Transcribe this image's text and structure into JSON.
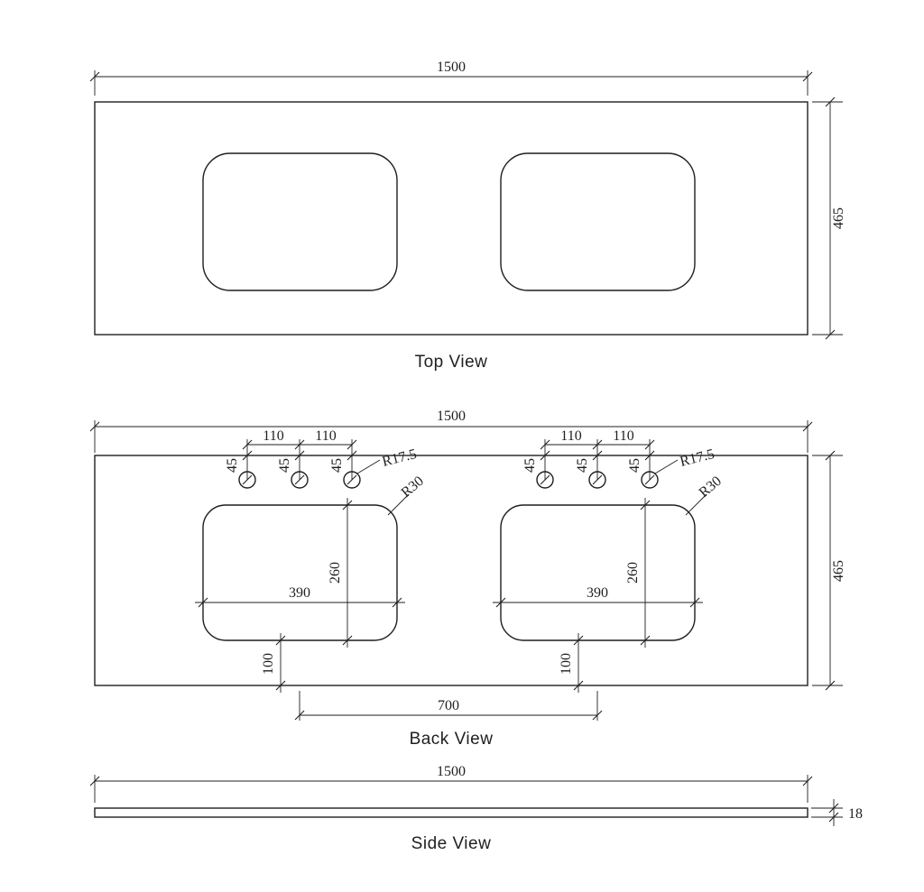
{
  "canvas": {
    "background": "#ffffff",
    "line_color": "#1f1f1f"
  },
  "top_view": {
    "label": "Top View",
    "dims": {
      "width": "1500",
      "depth": "465"
    }
  },
  "back_view": {
    "label": "Back View",
    "dims": {
      "width": "1500",
      "height": "465",
      "hole_pitch": "110",
      "hole_top_offset": "45",
      "hole_radius": "R17.5",
      "cutout_corner_radius": "R30",
      "cutout_width": "390",
      "cutout_height": "260",
      "cutout_bottom_offset": "100",
      "cutout_center_spacing": "700"
    }
  },
  "side_view": {
    "label": "Side View",
    "dims": {
      "width": "1500",
      "thickness": "18"
    }
  }
}
